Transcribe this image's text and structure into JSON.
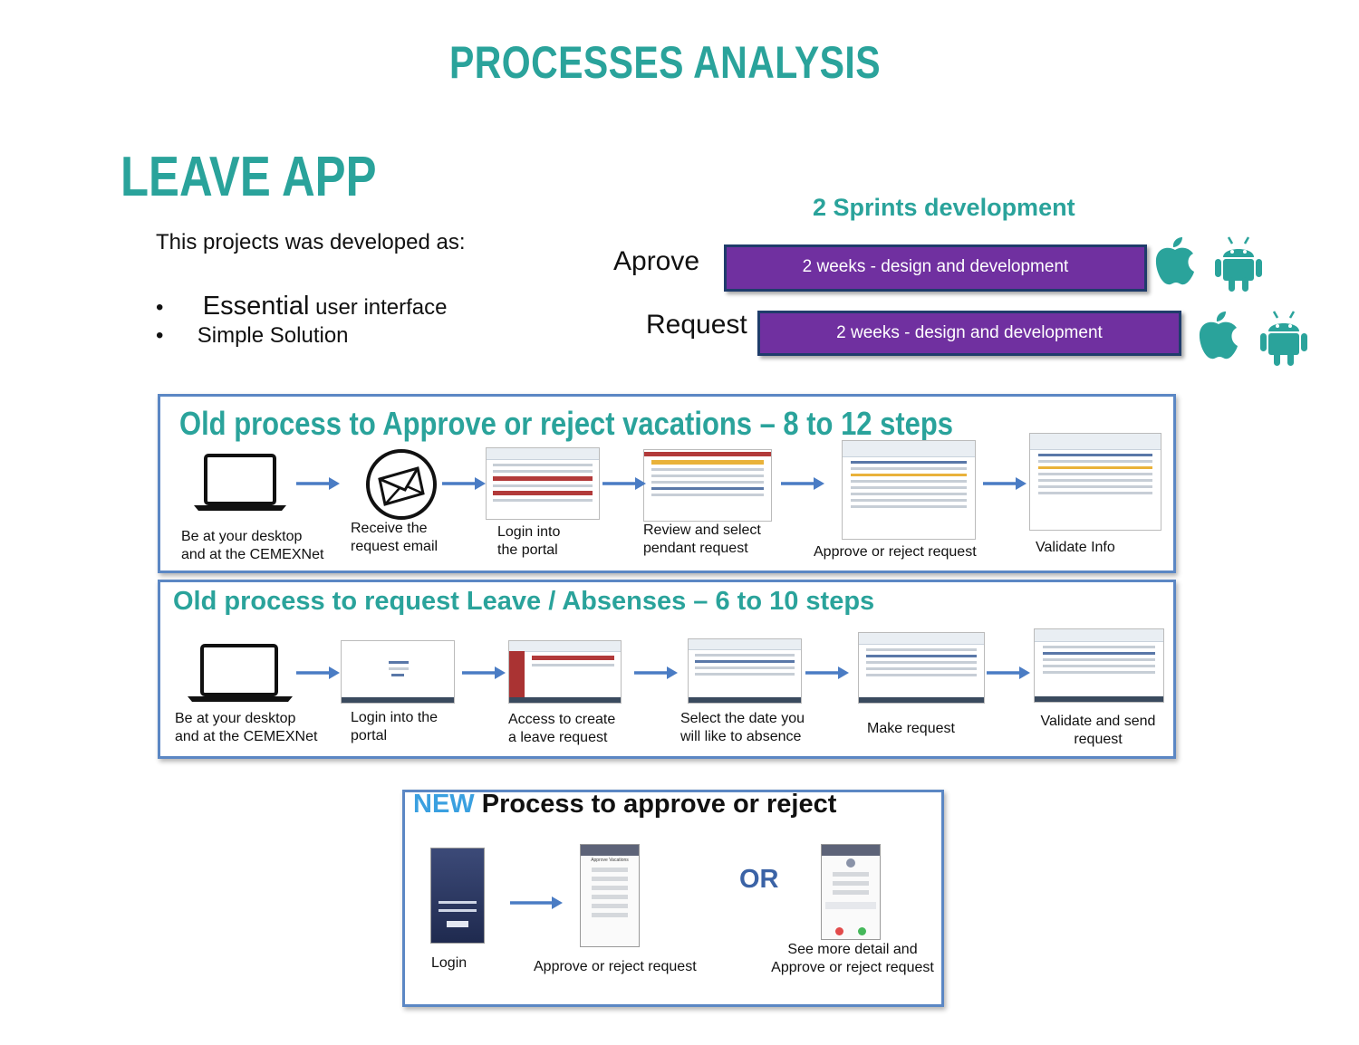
{
  "page_title": "PROCESSES ANALYSIS",
  "section_title": "LEAVE APP",
  "intro": {
    "text": "This projects was developed as:",
    "bullets": [
      {
        "bullet": "•",
        "big": "Essential",
        "rest": " user interface"
      },
      {
        "bullet": "•",
        "big": "",
        "rest": "Simple Solution"
      }
    ]
  },
  "sprints": {
    "heading": "2 Sprints development",
    "rows": [
      {
        "label": "Aprove",
        "bar": "2 weeks - design and development",
        "icons": [
          "apple-icon",
          "android-icon"
        ]
      },
      {
        "label": "Request",
        "bar": "2 weeks - design and development",
        "icons": [
          "apple-icon",
          "android-icon"
        ]
      }
    ],
    "bar_color": "#7030a0"
  },
  "old_approve": {
    "title": "Old process to  Approve or reject vacations – 8 to 12 steps",
    "steps": [
      {
        "line1": "Be at your desktop",
        "line2": "and at the CEMEXNet",
        "icon": "laptop-icon"
      },
      {
        "line1": "Receive the",
        "line2": "request email",
        "icon": "email-icon"
      },
      {
        "line1": "Login into",
        "line2": "the portal",
        "icon": "portal-screenshot"
      },
      {
        "line1": "Review and select",
        "line2": "pendant request",
        "icon": "request-list-screenshot"
      },
      {
        "line1": "Approve or reject request",
        "line2": "",
        "icon": "approve-screenshot"
      },
      {
        "line1": "Validate Info",
        "line2": "",
        "icon": "validate-screenshot"
      }
    ]
  },
  "old_request": {
    "title": "Old process to  request Leave / Absenses – 6 to 10 steps",
    "steps": [
      {
        "line1": "Be at your desktop",
        "line2": "and at the CEMEXNet",
        "icon": "laptop-icon"
      },
      {
        "line1": "Login into the",
        "line2": "portal",
        "icon": "login-screenshot"
      },
      {
        "line1": "Access to create",
        "line2": "a leave request",
        "icon": "create-screenshot"
      },
      {
        "line1": "Select the date you",
        "line2": "will like to absence",
        "icon": "date-screenshot"
      },
      {
        "line1": "Make request",
        "line2": "",
        "icon": "make-request-screenshot"
      },
      {
        "line1": "Validate and send",
        "line2": "request",
        "icon": "send-screenshot"
      }
    ]
  },
  "new_process": {
    "title_new": "NEW",
    "title_rest": " Process to approve or reject",
    "or_label": "OR",
    "steps": [
      {
        "line1": "Login",
        "line2": ""
      },
      {
        "line1": "Approve or reject request",
        "line2": ""
      },
      {
        "line1": "See more detail and",
        "line2": "Approve or reject request"
      }
    ],
    "phone_title": "Approve Vacations"
  },
  "colors": {
    "teal": "#2aa39b",
    "new_blue": "#3aa0e0",
    "or_blue": "#3b63a6",
    "arrow": "#4a7cc4",
    "panel_border": "#5b87c4"
  }
}
